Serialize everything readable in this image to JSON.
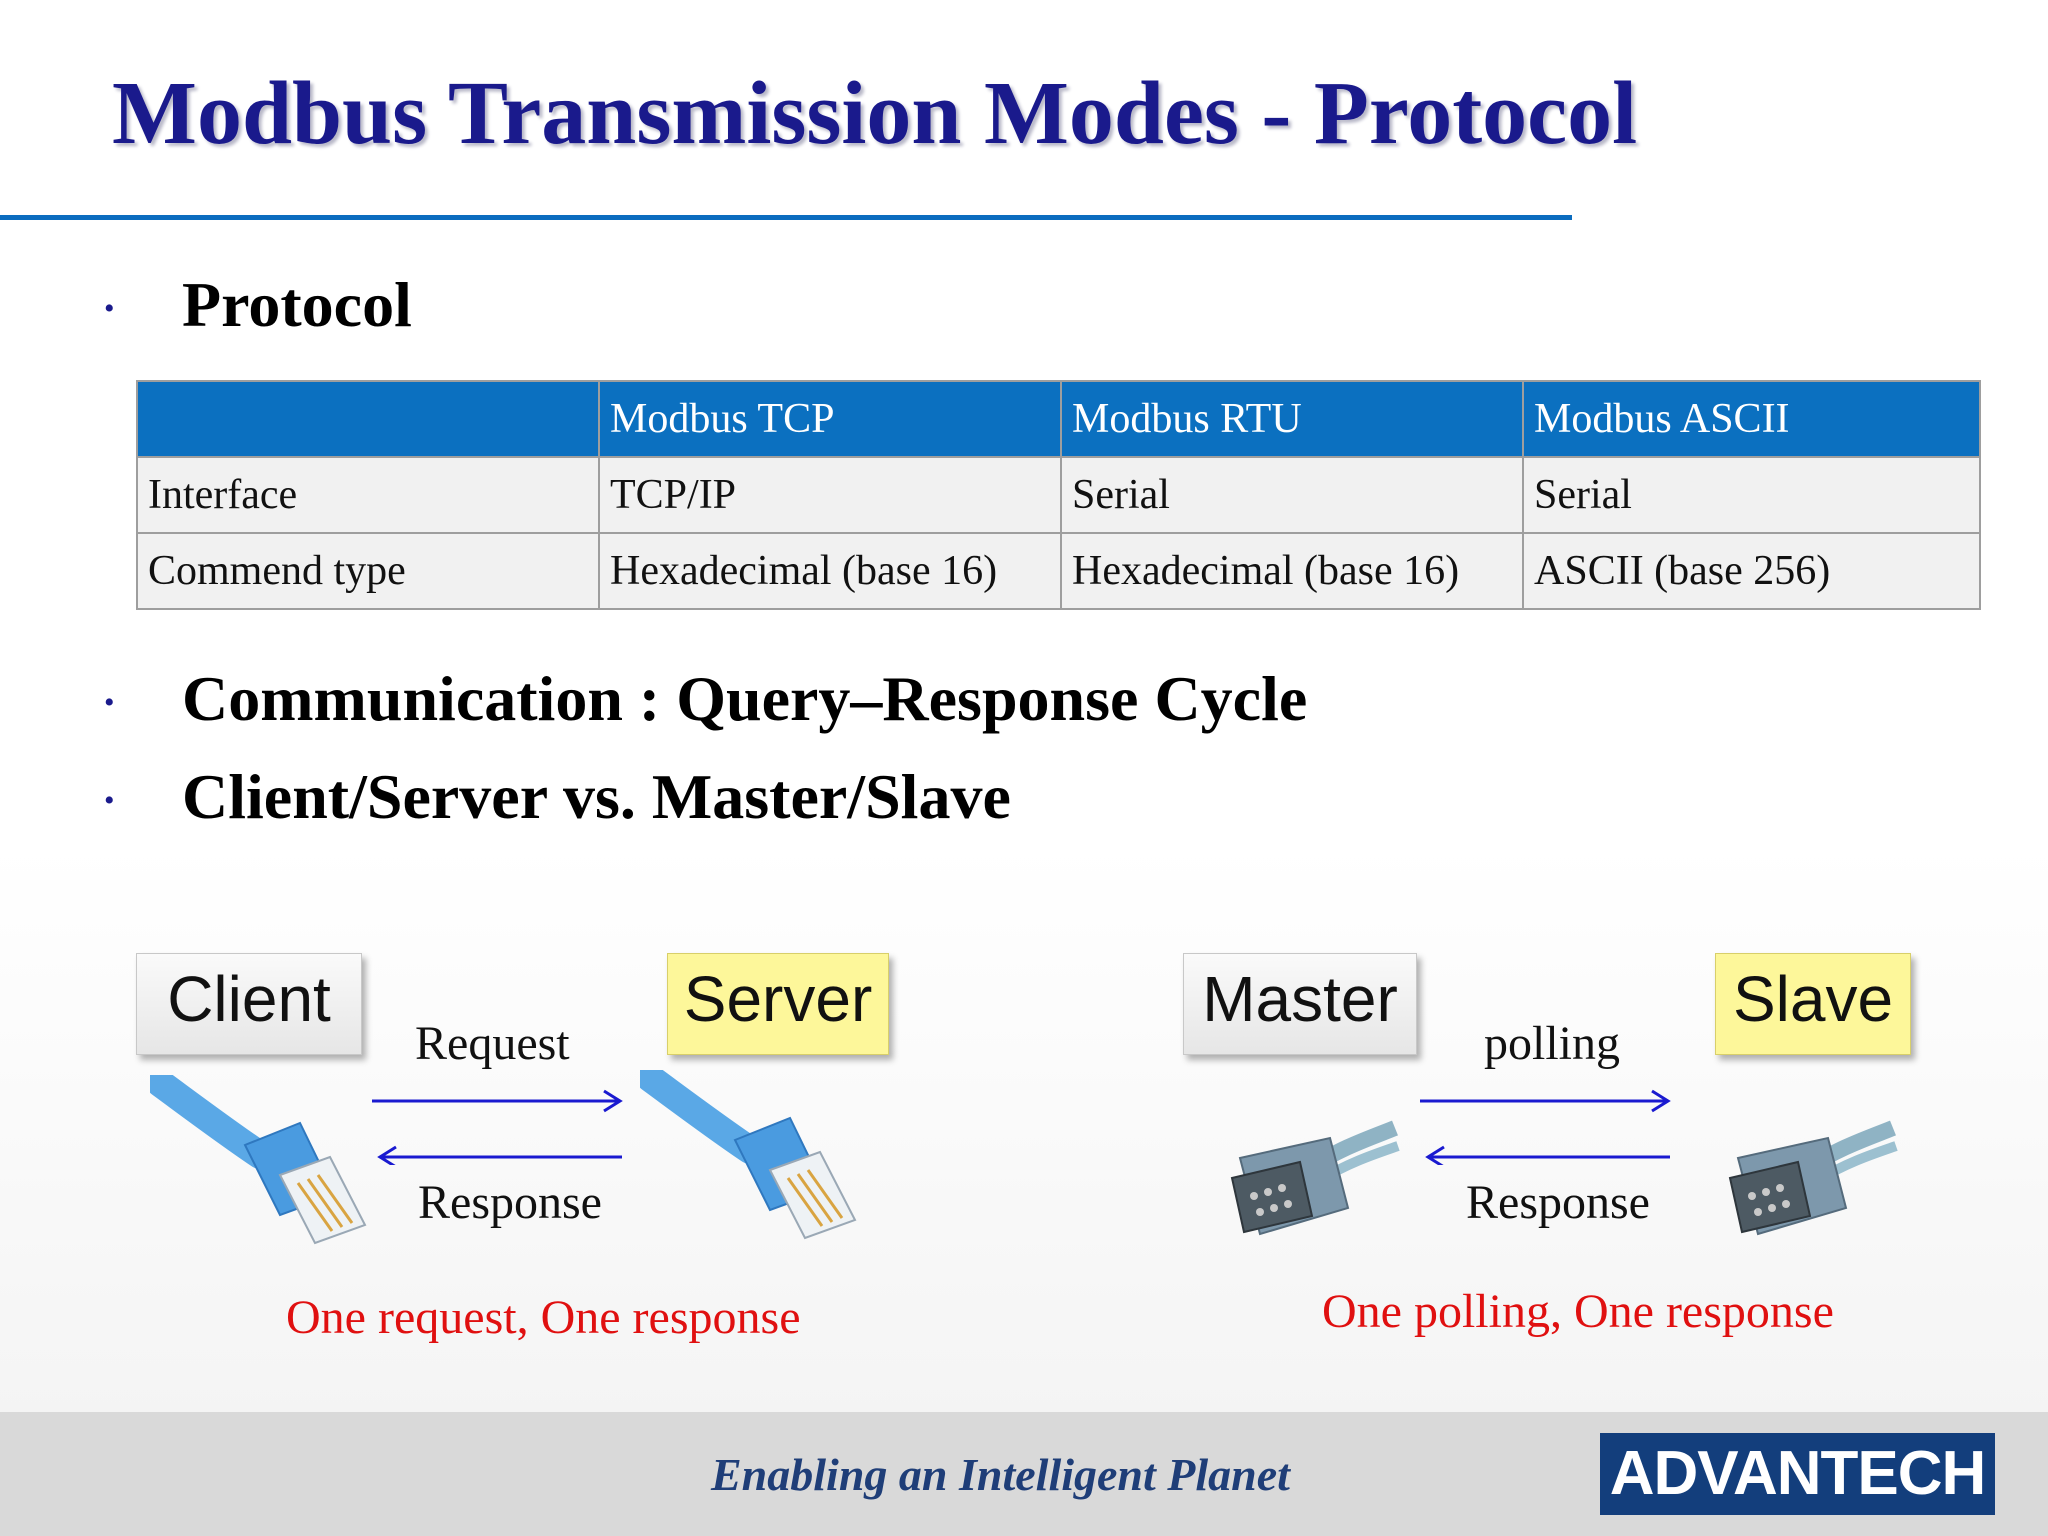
{
  "slide": {
    "title": "Modbus Transmission Modes - Protocol"
  },
  "bullets": [
    {
      "text": "Protocol"
    },
    {
      "text": "Communication : Query–Response Cycle"
    },
    {
      "text": "Client/Server vs. Master/Slave"
    }
  ],
  "table": {
    "headers": [
      "",
      "Modbus TCP",
      "Modbus RTU",
      "Modbus ASCII"
    ],
    "rows": [
      [
        "Interface",
        "TCP/IP",
        "Serial",
        "Serial"
      ],
      [
        "Commend type",
        "Hexadecimal (base 16)",
        "Hexadecimal (base 16)",
        "ASCII (base 256)"
      ]
    ]
  },
  "client_server": {
    "left_box": "Client",
    "right_box": "Server",
    "forward_label": "Request",
    "back_label": "Response",
    "caption": "One request, One response"
  },
  "master_slave": {
    "left_box": "Master",
    "right_box": "Slave",
    "forward_label": "polling",
    "back_label": "Response",
    "caption": "One polling, One response"
  },
  "icons": {
    "ethernet": "rj45-cable-icon",
    "serial": "db9-serial-cable-icon"
  },
  "colors": {
    "title": "#1a1a8c",
    "rule": "#0b6cbf",
    "table_header": "#0b70c0",
    "caption": "#e01010",
    "arrow": "#1a1ad0",
    "logo_bg": "#133e7c"
  },
  "footer": {
    "tagline": "Enabling an Intelligent Planet",
    "logo": "ADVANTECH"
  }
}
